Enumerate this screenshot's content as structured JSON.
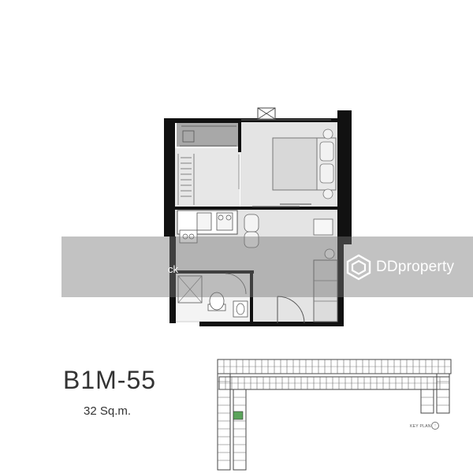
{
  "unit": {
    "code": "B1M-55",
    "area": "32 Sq.m."
  },
  "key_plan": {
    "label": "KEY PLAN",
    "highlight_color": "#5aa35a"
  },
  "watermark": {
    "brand": "DDproperty",
    "fragment": "ck"
  },
  "colors": {
    "wall": "#111111",
    "room_fill": "#eeeeee",
    "wet_fill": "#f6f6f6",
    "balcony_fill": "#a8a8a8",
    "watermark_band": "#8a8a8a"
  }
}
